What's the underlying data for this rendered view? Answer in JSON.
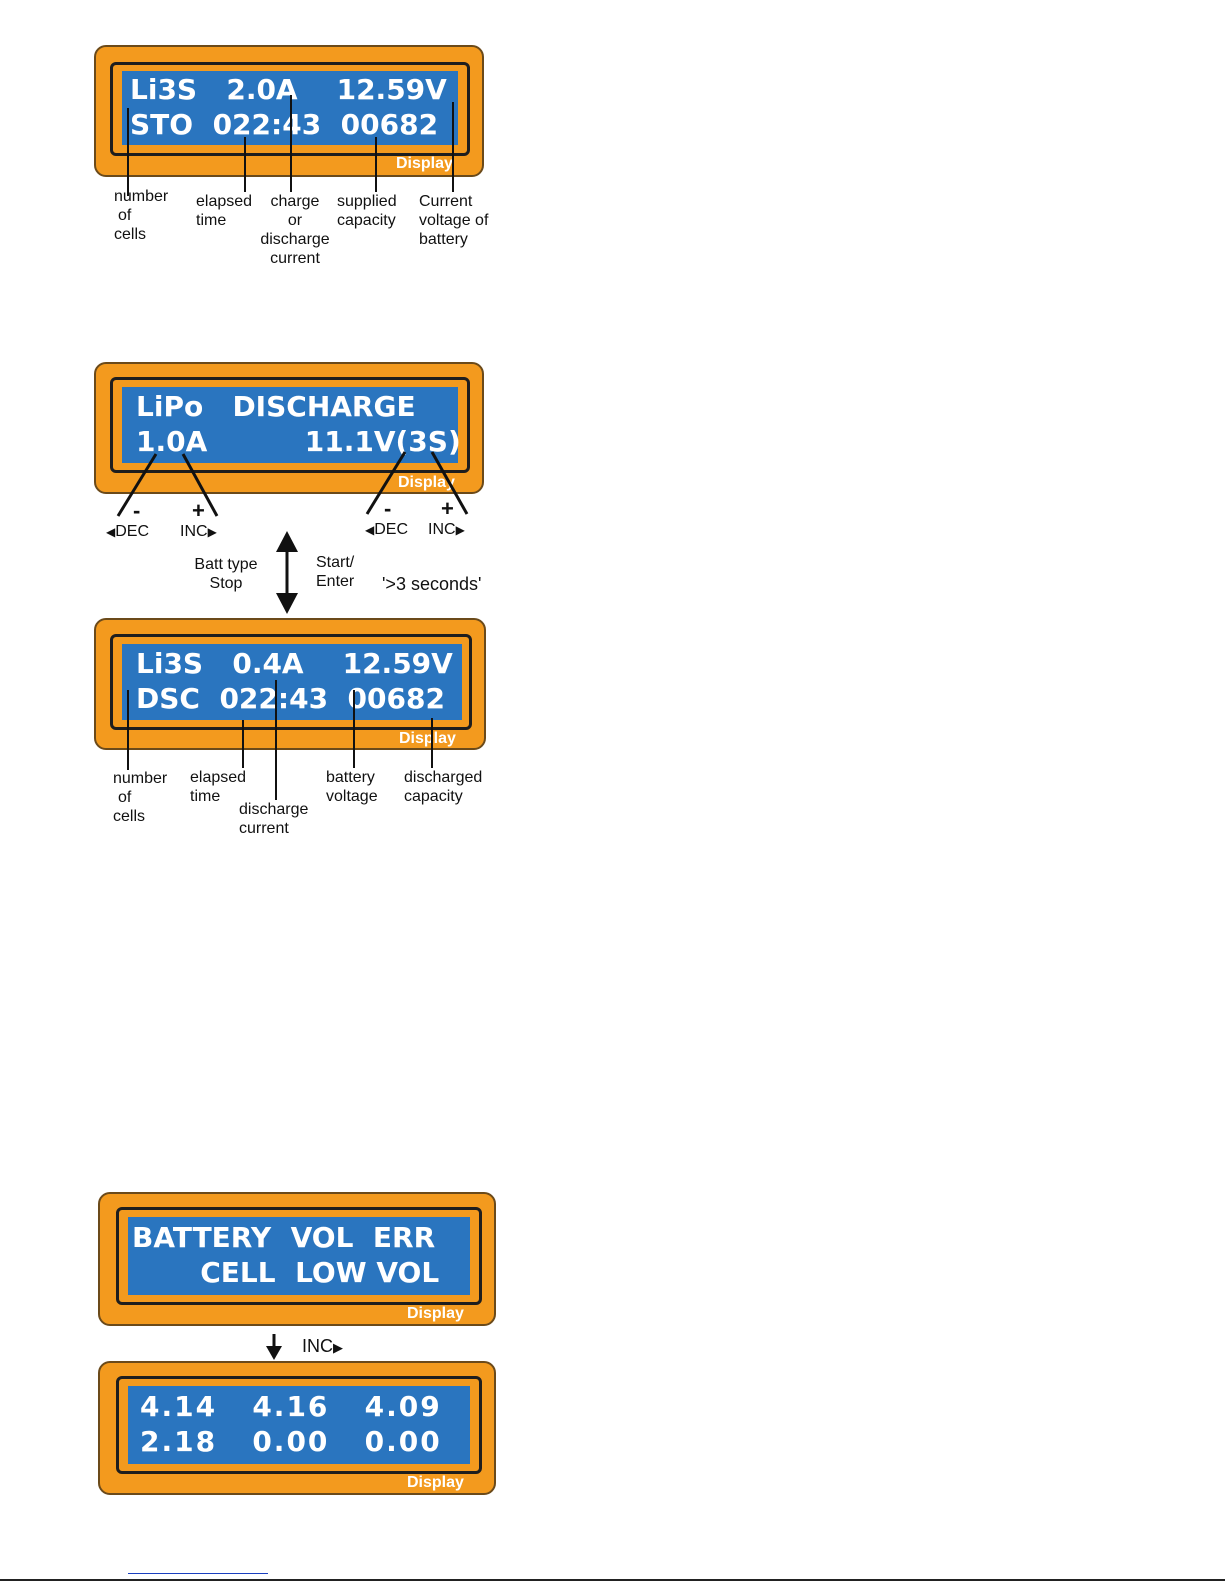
{
  "displays": [
    {
      "id": "charge",
      "lines": [
        "Li3S   2.0A    12.59V",
        "STO  022:43  00682"
      ],
      "tag": "Display"
    },
    {
      "id": "discharge_setup",
      "lines": [
        "LiPo   DISCHARGE",
        "1.0A          11.1V(3S)"
      ],
      "tag": "Display"
    },
    {
      "id": "discharge_run",
      "lines": [
        "Li3S   0.4A    12.59V",
        "DSC  022:43  00682"
      ],
      "tag": "Display"
    },
    {
      "id": "voltage_error",
      "lines": [
        "BATTERY  VOL  ERR",
        "       CELL  LOW VOL"
      ],
      "tag": "Display"
    },
    {
      "id": "cell_voltages",
      "lines": [
        "4.14   4.16   4.09",
        "2.18   0.00   0.00"
      ],
      "tag": "Display"
    }
  ],
  "labels_1": {
    "cells": [
      "number",
      "of",
      "cells"
    ],
    "elapsed": [
      "elapsed",
      "time"
    ],
    "current": [
      "charge",
      "or",
      "discharge",
      "current"
    ],
    "capacity": [
      "supplied",
      "capacity"
    ],
    "voltage": [
      "Current",
      "voltage of",
      "battery"
    ]
  },
  "keys_2": {
    "minus": "-",
    "plus": "+",
    "dec": "DEC",
    "inc": "INC",
    "batt_type": [
      "Batt type",
      "Stop"
    ],
    "start": [
      "Start/",
      "Enter"
    ],
    "hold": "'>3 seconds'"
  },
  "labels_3": {
    "cells": [
      "number",
      "of",
      "cells"
    ],
    "elapsed": [
      "elapsed",
      "time"
    ],
    "current": [
      "discharge",
      "current"
    ],
    "voltage": [
      "battery",
      "voltage"
    ],
    "capacity": [
      "discharged",
      "capacity"
    ]
  },
  "keys_4": {
    "inc": "INC"
  }
}
